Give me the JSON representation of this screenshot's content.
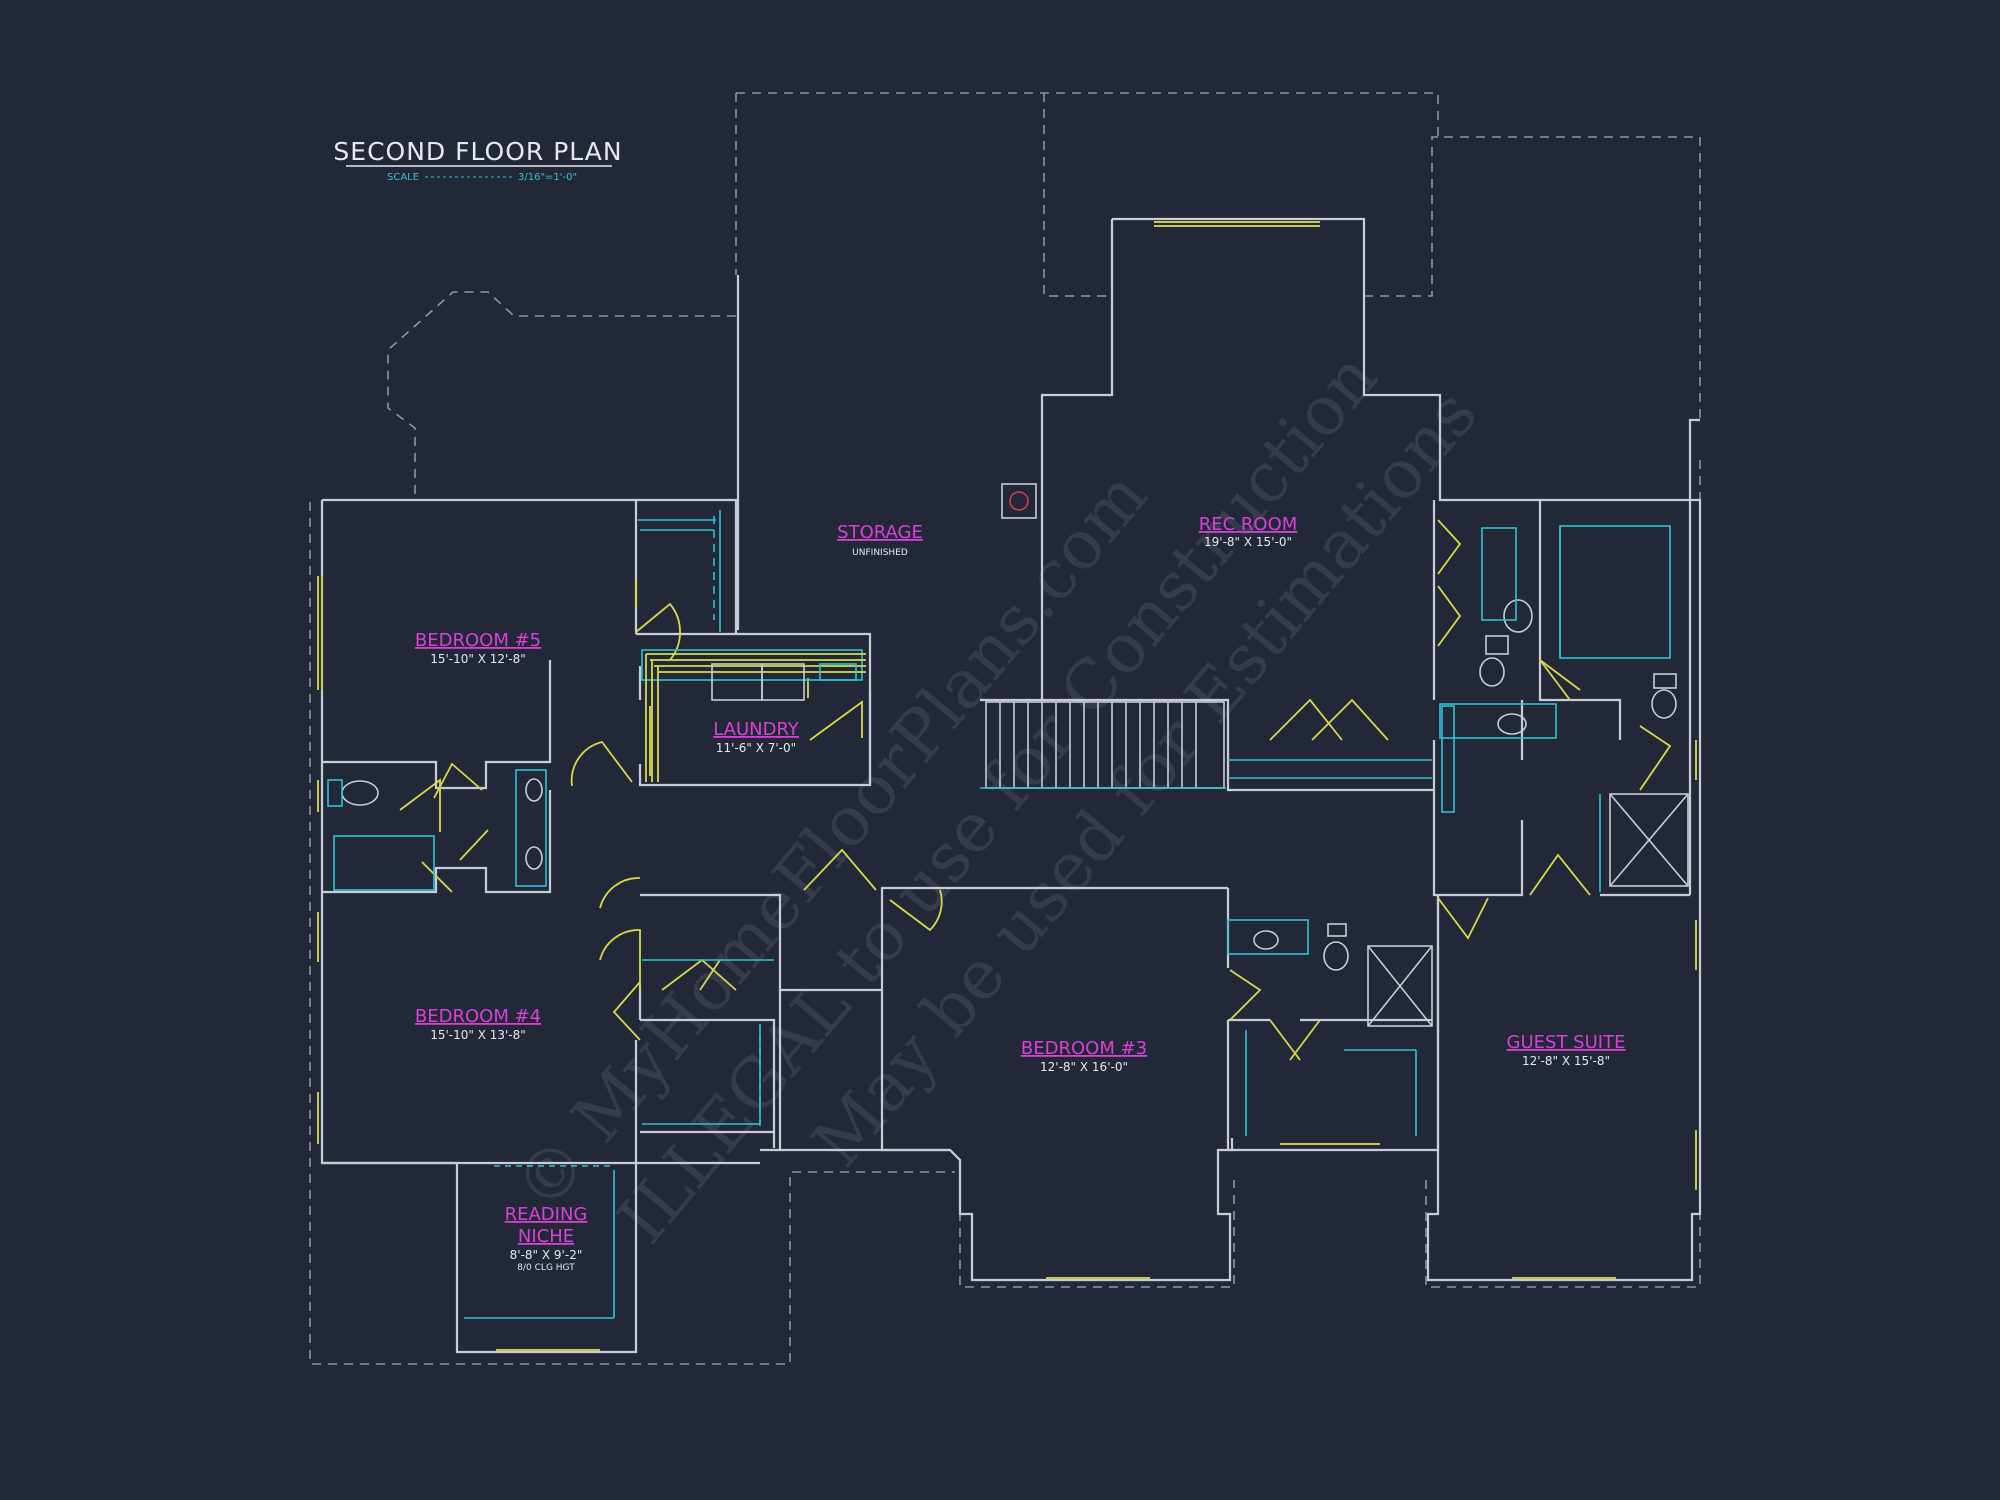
{
  "title": "SECOND FLOOR PLAN",
  "scale_label": "SCALE",
  "scale_value": "3/16\"=1'-0\"",
  "rooms": {
    "storage": {
      "name": "STORAGE",
      "note": "UNFINISHED"
    },
    "rec_room": {
      "name": "REC ROOM",
      "size": "19'-8\" X 15'-0\""
    },
    "bedroom5": {
      "name": "BEDROOM #5",
      "size": "15'-10\" X 12'-8\""
    },
    "laundry": {
      "name": "LAUNDRY",
      "size": "11'-6\" X 7'-0\""
    },
    "bedroom4": {
      "name": "BEDROOM #4",
      "size": "15'-10\" X 13'-8\""
    },
    "bedroom3": {
      "name": "BEDROOM #3",
      "size": "12'-8\" X 16'-0\""
    },
    "guest_suite": {
      "name": "GUEST SUITE",
      "size": "12'-8\" X 15'-8\""
    },
    "reading_niche": {
      "name_line1": "READING",
      "name_line2": "NICHE",
      "size": "8'-8\" X 9'-2\"",
      "note": "8/0 CLG HGT"
    }
  },
  "watermark": {
    "line1": "© MyHomeFloorPlans.com",
    "line2": "ILLEGAL to use for Construction",
    "line3": "May be used for Estimations"
  },
  "colors": {
    "background": "#232839",
    "walls": "#c8ccd8",
    "room_labels": "#d940d6",
    "doors_windows": "#d8d84a",
    "fixtures": "#2fc2d4"
  }
}
